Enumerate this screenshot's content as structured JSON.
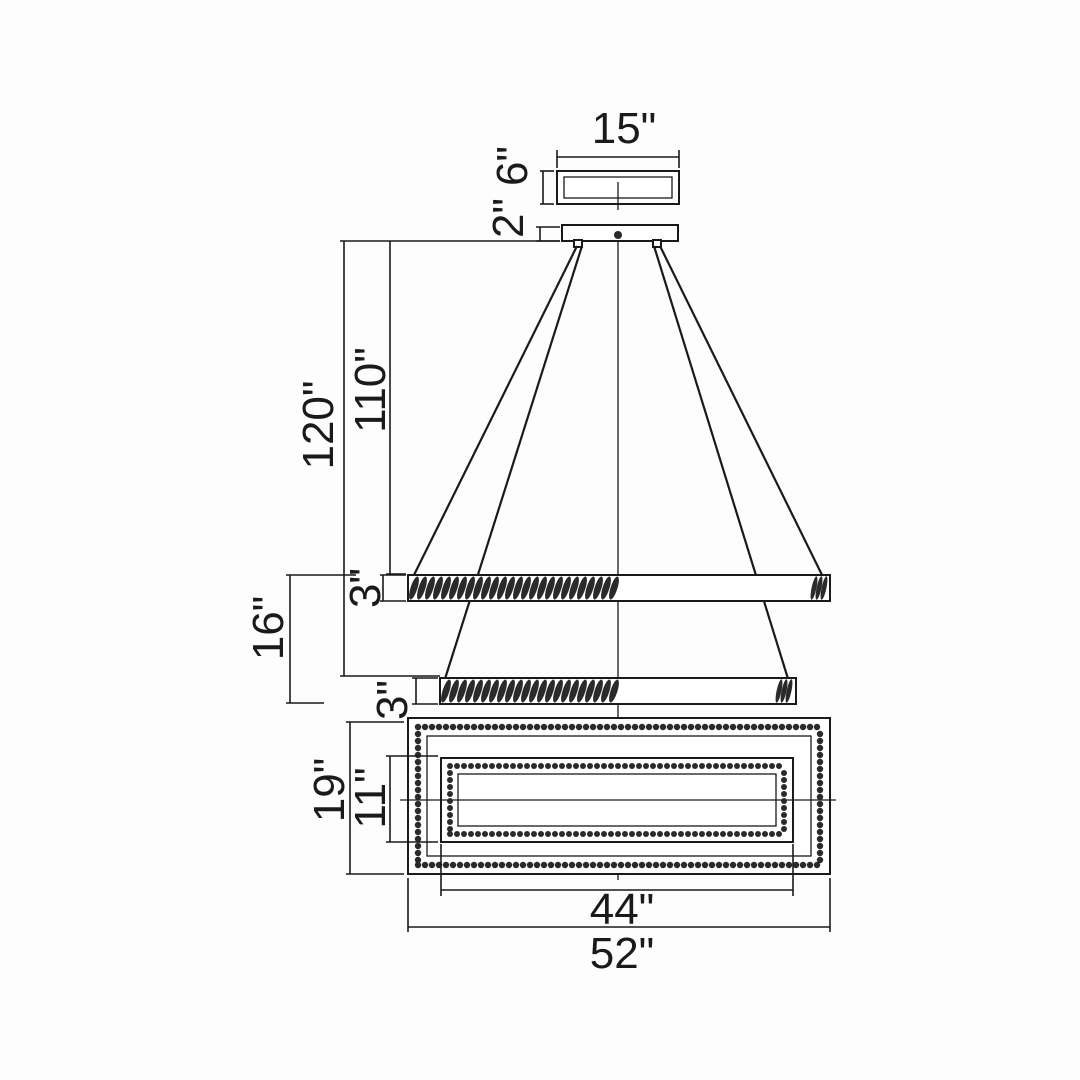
{
  "dimensions": {
    "canopy_width": "15\"",
    "canopy_height": "6\"",
    "canopy_plate": "2\"",
    "overall_height": "120\"",
    "drop_to_upper_ring": "110\"",
    "upper_ring_thickness": "3\"",
    "ring_spacing": "16\"",
    "lower_ring_thickness": "3\"",
    "outer_ring_depth": "19\"",
    "inner_ring_depth": "11\"",
    "inner_ring_width": "44\"",
    "outer_ring_width": "52\""
  },
  "colors": {
    "line": "#1a1a1a",
    "background": "#ffffff"
  }
}
